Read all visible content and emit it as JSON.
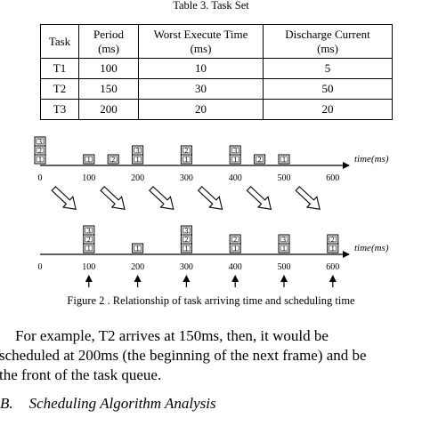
{
  "table": {
    "title": "Table 3.  Task Set",
    "headers": [
      "Task",
      "Period\n(ms)",
      "Worst Execute Time\n(ms)",
      "Discharge Current\n(ms)"
    ],
    "rows": [
      [
        "T1",
        "100",
        "10",
        "5"
      ],
      [
        "T2",
        "150",
        "30",
        "50"
      ],
      [
        "T3",
        "200",
        "20",
        "20"
      ]
    ]
  },
  "figure": {
    "time_label": "time(ms)",
    "top_ticks": [
      "0",
      "100",
      "200",
      "300",
      "400",
      "500",
      "600"
    ],
    "bottom_ticks": [
      "0",
      "100",
      "200",
      "300",
      "400",
      "500",
      "600"
    ],
    "top_stacks": [
      {
        "ms": 0,
        "tasks": [
          "1",
          "2",
          "3"
        ]
      },
      {
        "ms": 100,
        "tasks": [
          "1"
        ]
      },
      {
        "ms": 150,
        "tasks": [
          "2"
        ]
      },
      {
        "ms": 200,
        "tasks": [
          "1",
          "3"
        ]
      },
      {
        "ms": 300,
        "tasks": [
          "1",
          "2"
        ]
      },
      {
        "ms": 400,
        "tasks": [
          "1",
          "3"
        ]
      },
      {
        "ms": 450,
        "tasks": [
          "2"
        ]
      },
      {
        "ms": 500,
        "tasks": [
          "1"
        ]
      }
    ],
    "bottom_stacks": [
      {
        "ms": 100,
        "tasks": [
          "1",
          "2",
          "3"
        ]
      },
      {
        "ms": 200,
        "tasks": [
          "1"
        ]
      },
      {
        "ms": 300,
        "tasks": [
          "1",
          "2",
          "3"
        ]
      },
      {
        "ms": 400,
        "tasks": [
          "1",
          "2"
        ]
      },
      {
        "ms": 500,
        "tasks": [
          "1",
          "3"
        ]
      },
      {
        "ms": 600,
        "tasks": [
          "1",
          "2"
        ]
      }
    ],
    "caption": "Figure 2 . Relationship of task arriving time and scheduling time"
  },
  "body": {
    "paragraph_lines": [
      "For example, T2 arrives at 150ms, then, it would be",
      "scheduled at 200ms (the beginning of the next frame) and be",
      "the front of the task queue."
    ],
    "section_number": "B.",
    "section_title": "Scheduling Algorithm Analysis"
  }
}
